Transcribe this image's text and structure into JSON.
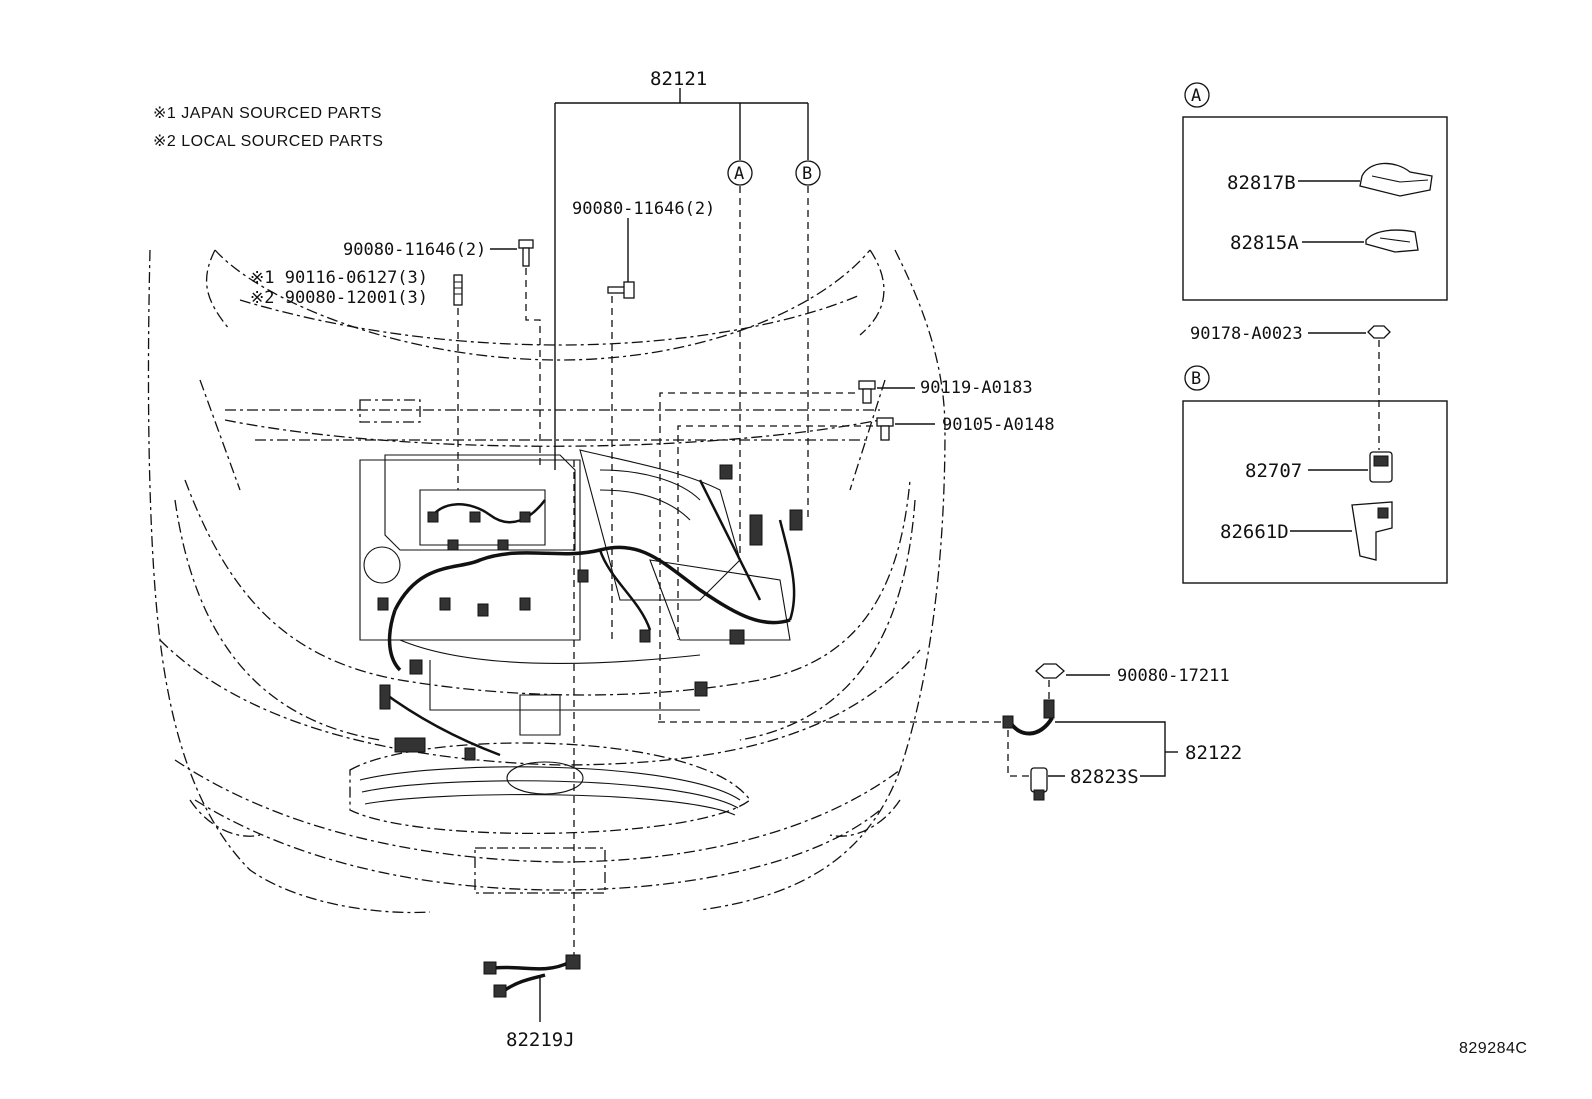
{
  "notes": {
    "japan": "※1 JAPAN SOURCED PARTS",
    "local": "※2 LOCAL SOURCED PARTS"
  },
  "labels": {
    "main_harness": "82121",
    "bolt_left": "90080-11646(2)",
    "stud_japan": "※1 90116-06127(3)",
    "stud_local": "※2 90080-12001(3)",
    "bolt_center": "90080-11646(2)",
    "bolt_a0183": "90119-A0183",
    "bolt_a0148": "90105-A0148",
    "nut_17211": "90080-17211",
    "sub_harness": "82122",
    "fuse_82823": "82823S",
    "front_harness": "82219J",
    "clip_a0023": "90178-A0023"
  },
  "callouts": {
    "a": "A",
    "b": "B"
  },
  "inset_a": {
    "ref": "A",
    "items": [
      "82817B",
      "82815A"
    ]
  },
  "inset_b": {
    "ref": "B",
    "items": [
      "82707",
      "82661D"
    ]
  },
  "figure_id": "829284C"
}
